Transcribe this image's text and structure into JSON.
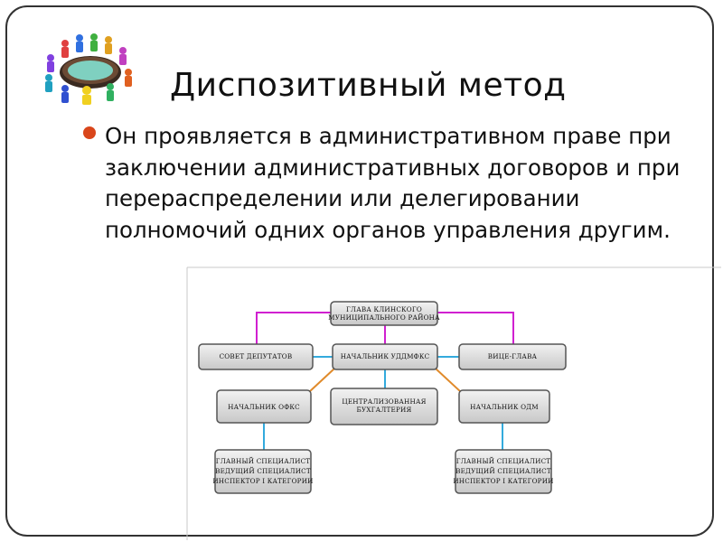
{
  "slide": {
    "title": "Диспозитивный метод",
    "body": "Он проявляется в административном праве при заключении административных договоров и при перераспределении или делегировании полномочий одних органов управления другим."
  },
  "org_chart": {
    "head": [
      "ГЛАВА КЛИНСКОГО",
      "МУНИЦИПАЛЬНОГО РАЙОНА"
    ],
    "council": "СОВЕТ ДЕПУТАТОВ",
    "uddmfks": "НАЧАЛЬНИК УДДМФКС",
    "deputy": "ВИЦЕ-ГЛАВА",
    "ofks": "НАЧАЛЬНИК ОФКС",
    "accounting": [
      "ЦЕНТРАЛИЗОВАННАЯ",
      "БУХГАЛТЕРИЯ"
    ],
    "odm": "НАЧАЛЬНИК ОДМ",
    "specialists_left": [
      "ГЛАВНЫЙ СПЕЦИАЛИСТ",
      "ВЕДУЩИЙ СПЕЦИАЛИСТ",
      "ИНСПЕКТОР I КАТЕГОРИИ"
    ],
    "specialists_right": [
      "ГЛАВНЫЙ СПЕЦИАЛИСТ",
      "ВЕДУЩИЙ СПЕЦИАЛИСТ",
      "ИНСПЕКТОР I КАТЕГОРИИ"
    ]
  },
  "colors": {
    "bullet": "#d9461b",
    "magenta_line": "#d020d0",
    "blue_line": "#33aadd",
    "orange_line": "#e08a2a",
    "box_fill": "#dddddd"
  },
  "icons": {
    "logo": "meeting-round-table-icon"
  }
}
